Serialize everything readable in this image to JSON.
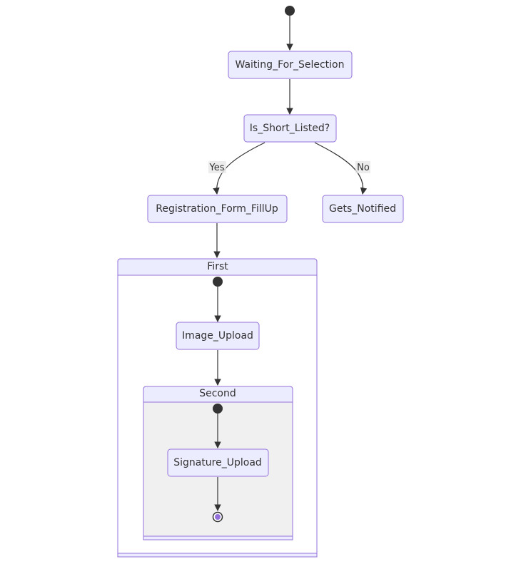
{
  "states": {
    "waiting": "Waiting_For_Selection",
    "shortlisted": "Is_Short_Listed?",
    "registration": "Registration_Form_FillUp",
    "notified": "Gets_Notified",
    "image_upload": "Image_Upload",
    "signature_upload": "Signature_Upload"
  },
  "composites": {
    "first": "First",
    "second": "Second"
  },
  "transitions": {
    "yes": "Yes",
    "no": "No"
  },
  "colors": {
    "state_fill": "#ECECFF",
    "state_stroke": "#9370DB",
    "edge": "#333333",
    "inner_composite_fill": "#F0F0F0"
  }
}
